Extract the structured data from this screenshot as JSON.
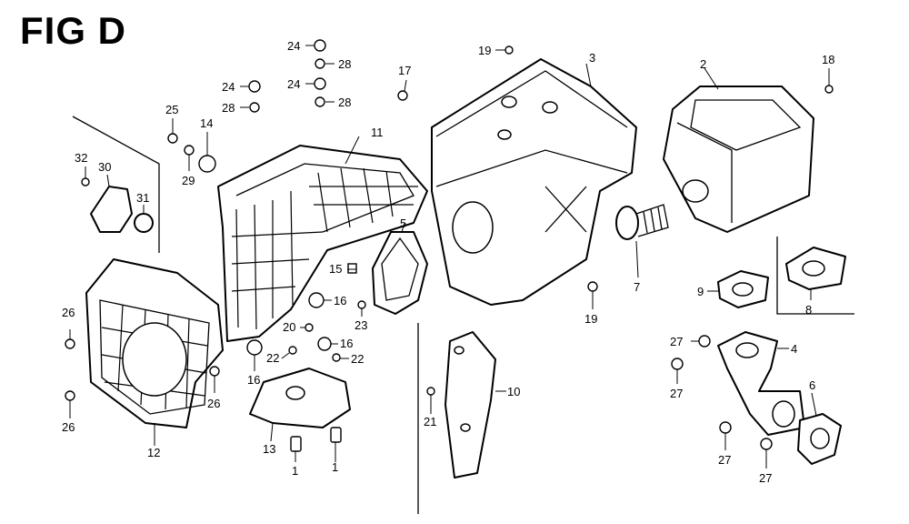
{
  "figure": {
    "title": "FIG D"
  },
  "callouts": [
    {
      "id": "c1a",
      "text": "1"
    },
    {
      "id": "c1b",
      "text": "1"
    },
    {
      "id": "c2",
      "text": "2"
    },
    {
      "id": "c3",
      "text": "3"
    },
    {
      "id": "c4",
      "text": "4"
    },
    {
      "id": "c5",
      "text": "5"
    },
    {
      "id": "c6",
      "text": "6"
    },
    {
      "id": "c7",
      "text": "7"
    },
    {
      "id": "c8",
      "text": "8"
    },
    {
      "id": "c9",
      "text": "9"
    },
    {
      "id": "c10",
      "text": "10"
    },
    {
      "id": "c11",
      "text": "11"
    },
    {
      "id": "c12",
      "text": "12"
    },
    {
      "id": "c13",
      "text": "13"
    },
    {
      "id": "c14",
      "text": "14"
    },
    {
      "id": "c15",
      "text": "15"
    },
    {
      "id": "c16a",
      "text": "16"
    },
    {
      "id": "c16b",
      "text": "16"
    },
    {
      "id": "c16c",
      "text": "16"
    },
    {
      "id": "c17",
      "text": "17"
    },
    {
      "id": "c18",
      "text": "18"
    },
    {
      "id": "c19a",
      "text": "19"
    },
    {
      "id": "c19b",
      "text": "19"
    },
    {
      "id": "c20",
      "text": "20"
    },
    {
      "id": "c21",
      "text": "21"
    },
    {
      "id": "c22a",
      "text": "22"
    },
    {
      "id": "c22b",
      "text": "22"
    },
    {
      "id": "c23",
      "text": "23"
    },
    {
      "id": "c24a",
      "text": "24"
    },
    {
      "id": "c24b",
      "text": "24"
    },
    {
      "id": "c24c",
      "text": "24"
    },
    {
      "id": "c25",
      "text": "25"
    },
    {
      "id": "c26a",
      "text": "26"
    },
    {
      "id": "c26b",
      "text": "26"
    },
    {
      "id": "c26c",
      "text": "26"
    },
    {
      "id": "c27a",
      "text": "27"
    },
    {
      "id": "c27b",
      "text": "27"
    },
    {
      "id": "c27c",
      "text": "27"
    },
    {
      "id": "c27d",
      "text": "27"
    },
    {
      "id": "c28a",
      "text": "28"
    },
    {
      "id": "c28b",
      "text": "28"
    },
    {
      "id": "c28c",
      "text": "28"
    },
    {
      "id": "c29",
      "text": "29"
    },
    {
      "id": "c30",
      "text": "30"
    },
    {
      "id": "c31",
      "text": "31"
    },
    {
      "id": "c32",
      "text": "32"
    }
  ]
}
